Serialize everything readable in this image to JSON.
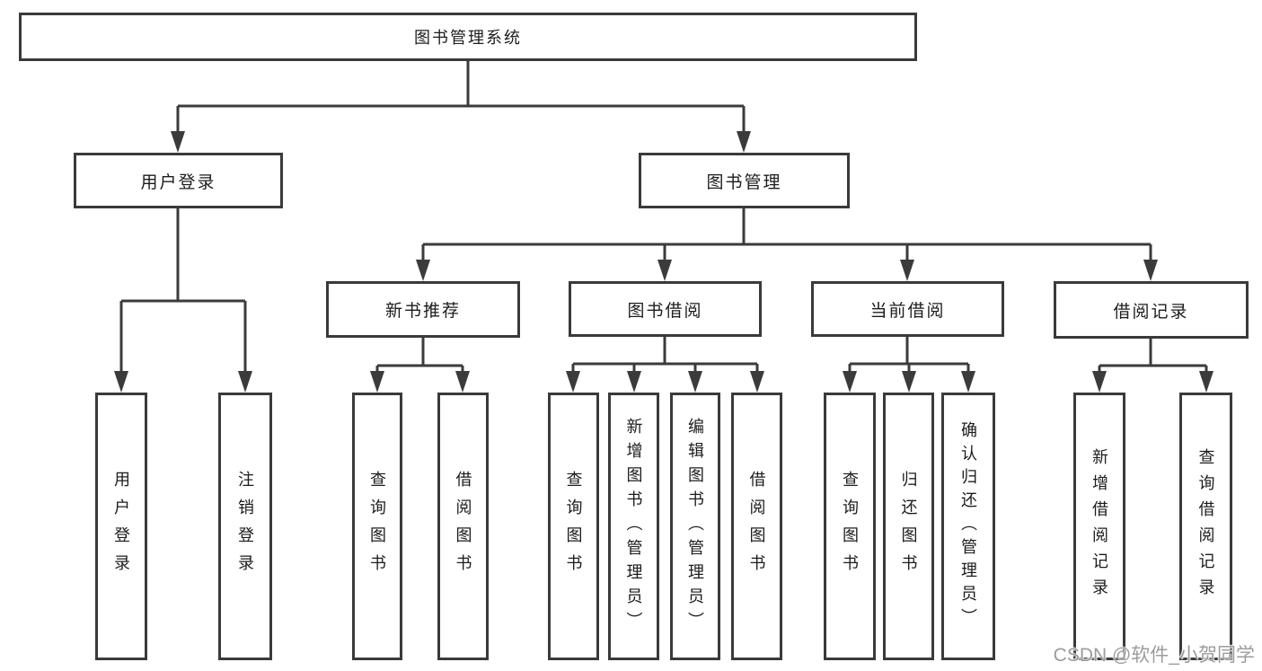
{
  "diagram": {
    "root": {
      "label": "图书管理系统"
    },
    "level1": [
      {
        "label": "用户登录"
      },
      {
        "label": "图书管理"
      }
    ],
    "level2": [
      {
        "label": "新书推荐"
      },
      {
        "label": "图书借阅"
      },
      {
        "label": "当前借阅"
      },
      {
        "label": "借阅记录"
      }
    ],
    "leaves": [
      {
        "label": "用户登录"
      },
      {
        "label": "注销登录"
      },
      {
        "label": "查询图书"
      },
      {
        "label": "借阅图书"
      },
      {
        "label": "查询图书"
      },
      {
        "label": "新增图书（管理员）"
      },
      {
        "label": "编辑图书（管理员）"
      },
      {
        "label": "借阅图书"
      },
      {
        "label": "查询图书"
      },
      {
        "label": "归还图书"
      },
      {
        "label": "确认归还（管理员）"
      },
      {
        "label": "新增借阅记录"
      },
      {
        "label": "查询借阅记录"
      }
    ]
  },
  "watermark": {
    "text": "CSDN @软件_小贺同学"
  },
  "colors": {
    "line": "#3b3b3b",
    "border": "#3a3a3a",
    "text": "#1c1c1c",
    "watermark": "#9c9c9c",
    "background": "#ffffff"
  }
}
